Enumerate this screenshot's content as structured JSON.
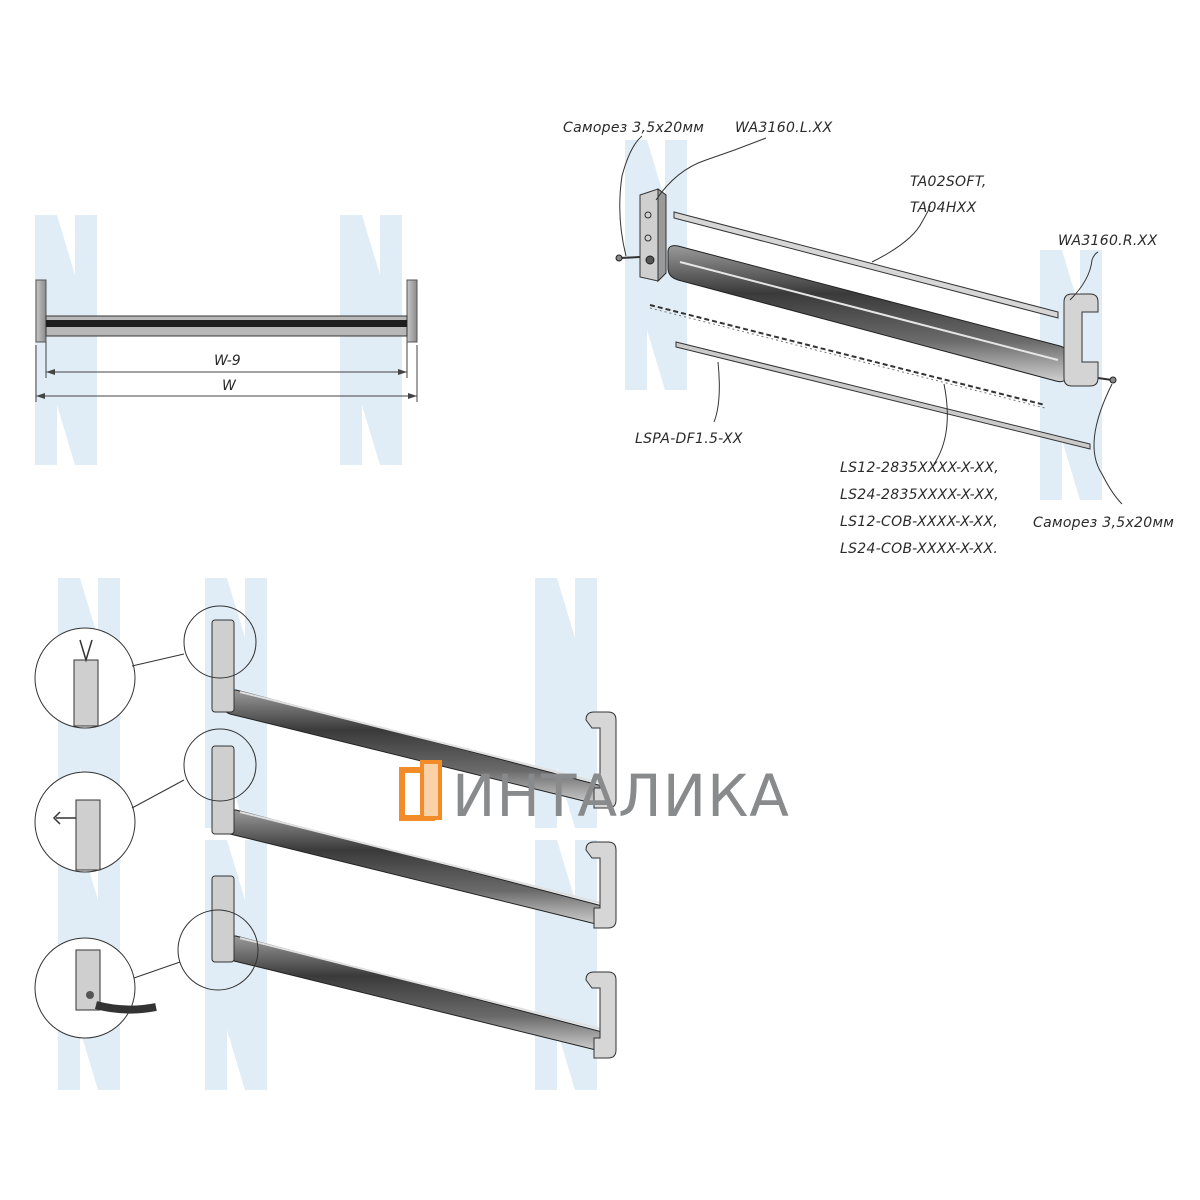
{
  "dimensions": {
    "inner": "W-9",
    "outer": "W"
  },
  "labels": {
    "screw_left": "Саморез 3,5х20мм",
    "holder_left": "WA3160.L.XX",
    "tape_line1": "TA02SOFT,",
    "tape_line2": "TA04HXX",
    "holder_right": "WA3160.R.XX",
    "diffuser": "LSPA-DF1.5-XX",
    "strip_1": "LS12-2835XXXX-X-XX,",
    "strip_2": "LS24-2835XXXX-X-XX,",
    "strip_3": "LS12-COB-XXXX-X-XX,",
    "strip_4": "LS24-COB-XXXX-X-XX.",
    "screw_right": "Саморез 3,5х20мм"
  },
  "brand": {
    "name": "ИНТАЛИКА",
    "accent": "#f28c28",
    "text_color": "#888a8c"
  },
  "watermark": {
    "color": "#dbeaf5"
  }
}
